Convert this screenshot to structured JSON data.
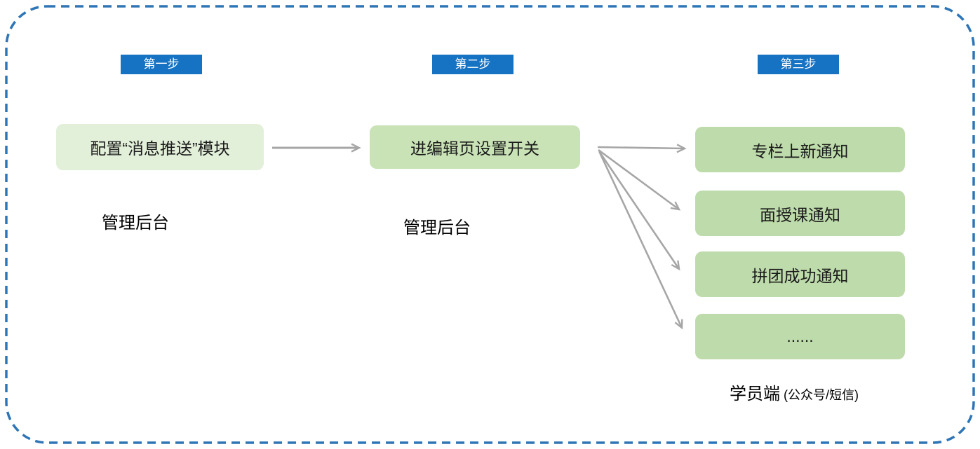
{
  "steps": [
    {
      "label": "第一步"
    },
    {
      "label": "第二步"
    },
    {
      "label": "第三步"
    }
  ],
  "flow": {
    "box1": {
      "label": "配置“消息推送”模块",
      "caption": "管理后台"
    },
    "box2": {
      "label": "进编辑页设置开关",
      "caption": "管理后台"
    },
    "targets": [
      {
        "label": "专栏上新通知"
      },
      {
        "label": "面授课通知"
      },
      {
        "label": "拼团成功通知"
      },
      {
        "label": "......"
      }
    ],
    "targets_caption": {
      "main": "学员端",
      "sub": " (公众号/短信)"
    }
  },
  "colors": {
    "step_badge_blue": "#1673c4",
    "box_light_green": "#e2efd9",
    "box_medium_green": "#c9e3b6",
    "box_target_green": "#bedbab",
    "arrow_gray": "#a6a6a6",
    "border_blue": "#2e75b6"
  }
}
